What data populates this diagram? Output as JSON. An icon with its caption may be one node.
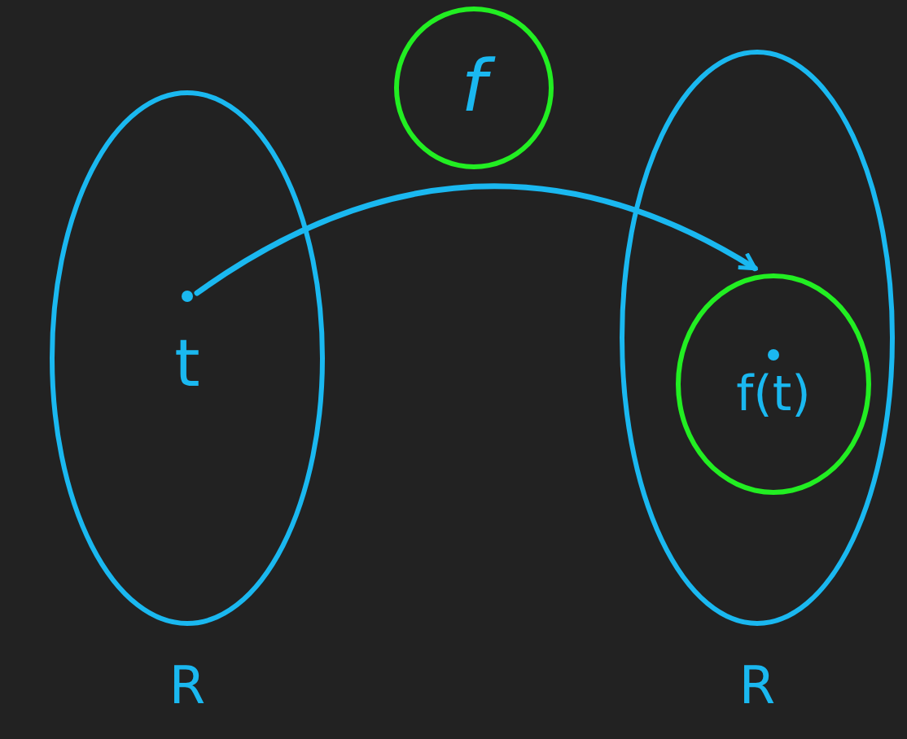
{
  "diagram": {
    "nodes": [
      {
        "text": [
          "R"
        ]
      },
      {
        "text": [
          "t"
        ],
        "in": 0
      },
      {
        "text": [
          "R"
        ]
      },
      {
        "text": [
          "f(t)"
        ],
        "in": 2
      },
      {
        "text": [
          "f"
        ]
      }
    ],
    "edges": [
      {
        "from": 1,
        "to": 3,
        "arrow": "to"
      }
    ]
  }
}
